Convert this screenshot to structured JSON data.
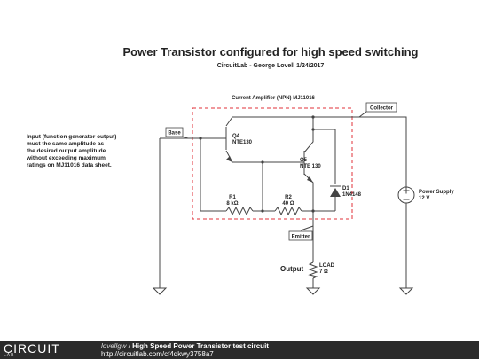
{
  "header": {
    "title": "Power Transistor configured for high speed switching",
    "subtitle": "CircuitLab - George Lovell 1/24/2017"
  },
  "schematic": {
    "block_label": "Current Amplifier (NPN) MJ11016",
    "tags": {
      "base": "Base",
      "collector": "Collector",
      "emitter": "Emitter"
    },
    "transistors": [
      {
        "ref": "Q4",
        "value": "NTE130"
      },
      {
        "ref": "Q5",
        "value": "NTE 130"
      }
    ],
    "resistors": [
      {
        "ref": "R1",
        "value": "8 kΩ"
      },
      {
        "ref": "R2",
        "value": "40 Ω"
      }
    ],
    "diode": {
      "ref": "D1",
      "value": "1N4148"
    },
    "supply": {
      "name": "Power Supply",
      "value": "12 V"
    },
    "load": {
      "ref": "LOAD",
      "value": "7 Ω"
    },
    "output_label": "Output",
    "note_lines": [
      "Input (function generator output)",
      "must the same amplitude as",
      "the desired output amplitude",
      "without exceeding maximum",
      "ratings on MJ11016 data sheet."
    ],
    "colors": {
      "block_border": "#e0303a",
      "wire": "#444444"
    }
  },
  "footer": {
    "logo_word": "CIRCUIT",
    "logo_sub": "LAB",
    "user": "lovellgw",
    "separator": " / ",
    "title": "High Speed Power Transistor test circuit",
    "url": "http://circuitlab.com/cf4qkwy3758a7"
  }
}
